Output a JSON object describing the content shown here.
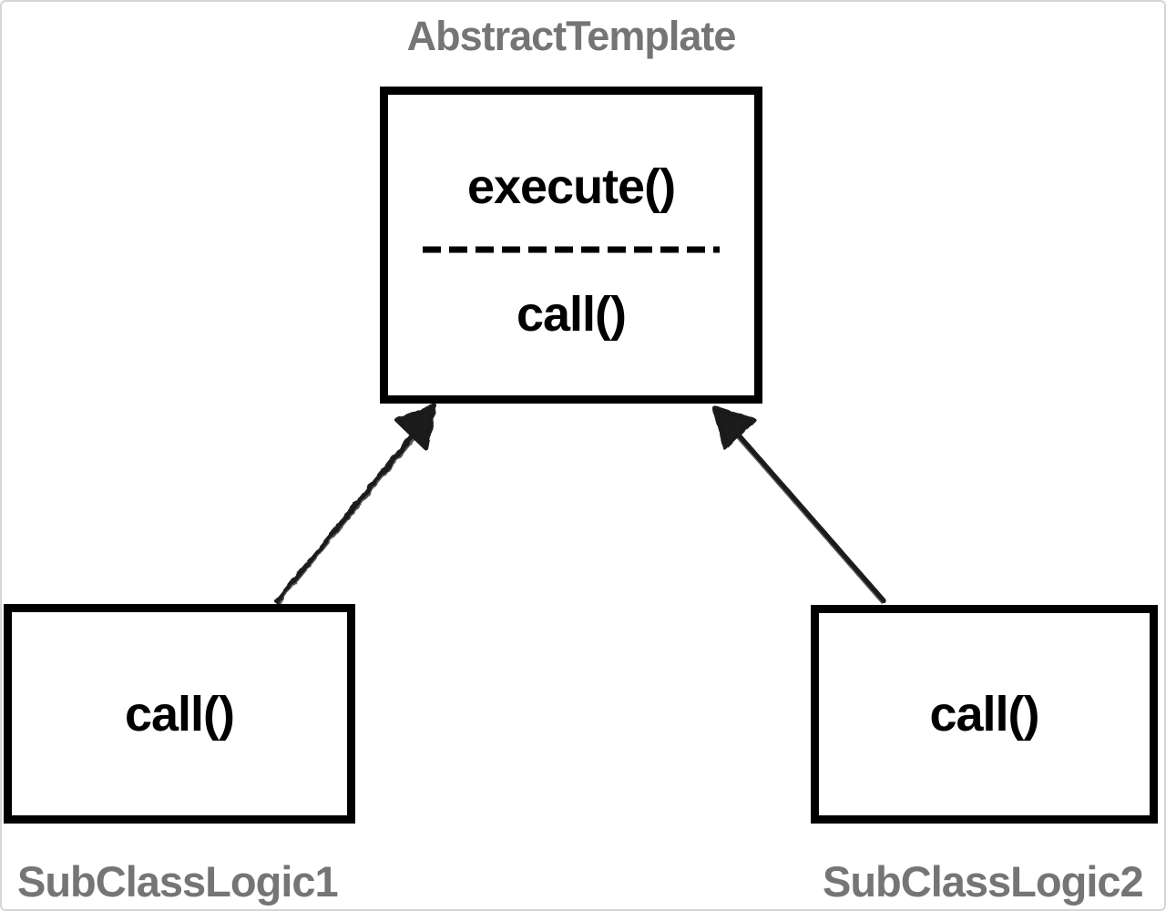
{
  "diagram": {
    "parent": {
      "title": "AbstractTemplate",
      "method_top": "execute()",
      "method_bottom": "call()"
    },
    "subclass_left": {
      "method": "call()",
      "label": "SubClassLogic1"
    },
    "subclass_right": {
      "method": "call()",
      "label": "SubClassLogic2"
    }
  },
  "colors": {
    "box_border": "#000000",
    "label_gray": "#757575",
    "canvas_border": "#d5d5d5",
    "arrow": "#1a1a1a",
    "background": "#ffffff"
  }
}
